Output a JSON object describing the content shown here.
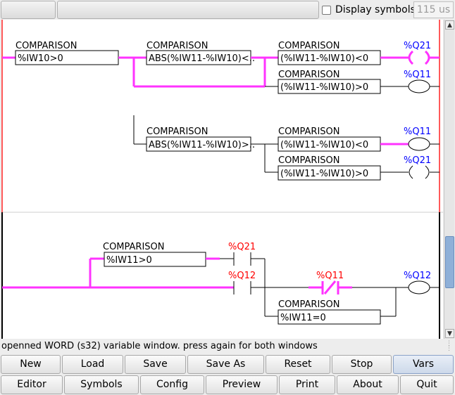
{
  "toolbar": {
    "display_symbols_label": "Display symbols",
    "display_symbols_checked": false,
    "cycle_time": "115 us"
  },
  "ladder": {
    "comparison_header": "COMPARISON",
    "rung1": {
      "cmp_a": "%IW10>0",
      "cmp_b": "ABS(%IW11-%IW10)<..",
      "cmp_c": "(%IW11-%IW10)<0",
      "cmp_d": "(%IW11-%IW10)>0",
      "coil_1": "%Q21",
      "coil_2": "%Q11"
    },
    "rung2": {
      "cmp_a": "ABS(%IW11-%IW10)>..",
      "cmp_b": "(%IW11-%IW10)<0",
      "cmp_c": "(%IW11-%IW10)>0",
      "coil_1": "%Q11",
      "coil_2": "%Q21"
    },
    "rung3": {
      "cmp_a": "%IW11>0",
      "contact_1": "%Q21",
      "contact_2": "%Q12",
      "contact_3": "%Q11",
      "cmp_b": "%IW11=0",
      "coil_1": "%Q12"
    },
    "colors": {
      "active": "#ff33ff",
      "rail_active": "#ff5a5a",
      "coil_label": "#0000ff",
      "contact_label": "#ff0000"
    }
  },
  "status": "openned WORD (s32) variable window. press again for both windows",
  "buttons_row1": [
    "New",
    "Load",
    "Save",
    "Save As",
    "Reset",
    "Stop",
    "Vars"
  ],
  "buttons_row2": [
    "Editor",
    "Symbols",
    "Config",
    "Preview",
    "Print",
    "About",
    "Quit"
  ]
}
